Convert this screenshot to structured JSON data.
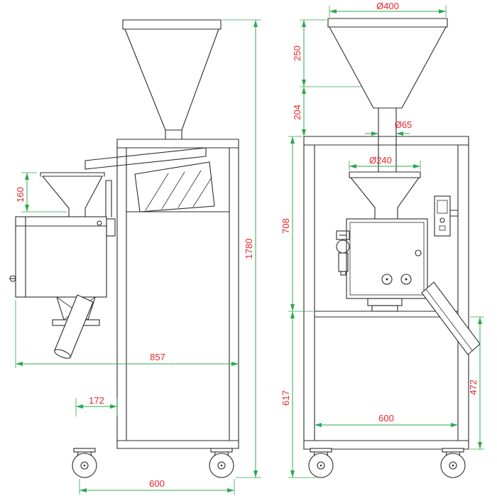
{
  "drawing": {
    "colors": {
      "outline": "#2b2b2b",
      "dimension_line": "#2fa84f",
      "dimension_text": "#e8262d"
    },
    "side_view": {
      "dims": {
        "inlet_hopper_height": "160",
        "overall_height": "1780",
        "overall_depth": "857",
        "caster_offset": "172",
        "base_depth": "600"
      }
    },
    "front_view": {
      "dims": {
        "hopper_top_diameter": "Ø400",
        "hopper_upper_height": "250",
        "hopper_lower_height": "204",
        "outlet_diameter": "Ø65",
        "funnel_diameter": "Ø240",
        "upper_frame_height": "708",
        "lower_frame_height": "617",
        "frame_inner_width": "600",
        "right_lower_height": "472"
      }
    }
  }
}
